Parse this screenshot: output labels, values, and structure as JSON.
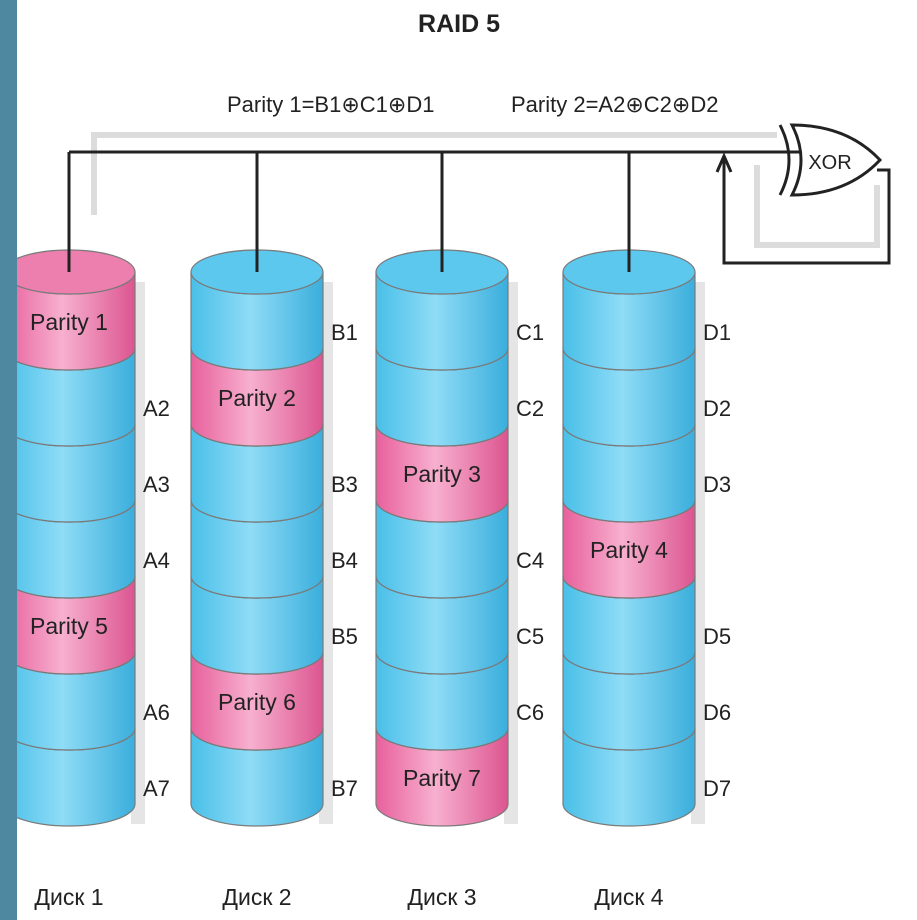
{
  "title": "RAID 5",
  "formulas": {
    "parity1": "Parity 1=B1⊕C1⊕D1",
    "parity2": "Parity 2=A2⊕C2⊕D2"
  },
  "xor_gate": {
    "label": "XOR"
  },
  "colors": {
    "data_block": "#4ec3ea",
    "parity_block": "#ea6fa4",
    "outline": "#555555",
    "text": "#222222"
  },
  "disks": [
    {
      "label": "Диск 1",
      "blocks": [
        {
          "label": "Parity 1",
          "parity": true
        },
        {
          "label": "A2",
          "parity": false
        },
        {
          "label": "A3",
          "parity": false
        },
        {
          "label": "A4",
          "parity": false
        },
        {
          "label": "Parity 5",
          "parity": true
        },
        {
          "label": "A6",
          "parity": false
        },
        {
          "label": "A7",
          "parity": false
        }
      ]
    },
    {
      "label": "Диск 2",
      "blocks": [
        {
          "label": "B1",
          "parity": false
        },
        {
          "label": "Parity 2",
          "parity": true
        },
        {
          "label": "B3",
          "parity": false
        },
        {
          "label": "B4",
          "parity": false
        },
        {
          "label": "B5",
          "parity": false
        },
        {
          "label": "Parity 6",
          "parity": true
        },
        {
          "label": "B7",
          "parity": false
        }
      ]
    },
    {
      "label": "Диск 3",
      "blocks": [
        {
          "label": "C1",
          "parity": false
        },
        {
          "label": "C2",
          "parity": false
        },
        {
          "label": "Parity 3",
          "parity": true
        },
        {
          "label": "C4",
          "parity": false
        },
        {
          "label": "C5",
          "parity": false
        },
        {
          "label": "C6",
          "parity": false
        },
        {
          "label": "Parity 7",
          "parity": true
        }
      ]
    },
    {
      "label": "Диск 4",
      "blocks": [
        {
          "label": "D1",
          "parity": false
        },
        {
          "label": "D2",
          "parity": false
        },
        {
          "label": "D3",
          "parity": false
        },
        {
          "label": "Parity 4",
          "parity": true
        },
        {
          "label": "D5",
          "parity": false
        },
        {
          "label": "D6",
          "parity": false
        },
        {
          "label": "D7",
          "parity": false
        }
      ]
    }
  ]
}
